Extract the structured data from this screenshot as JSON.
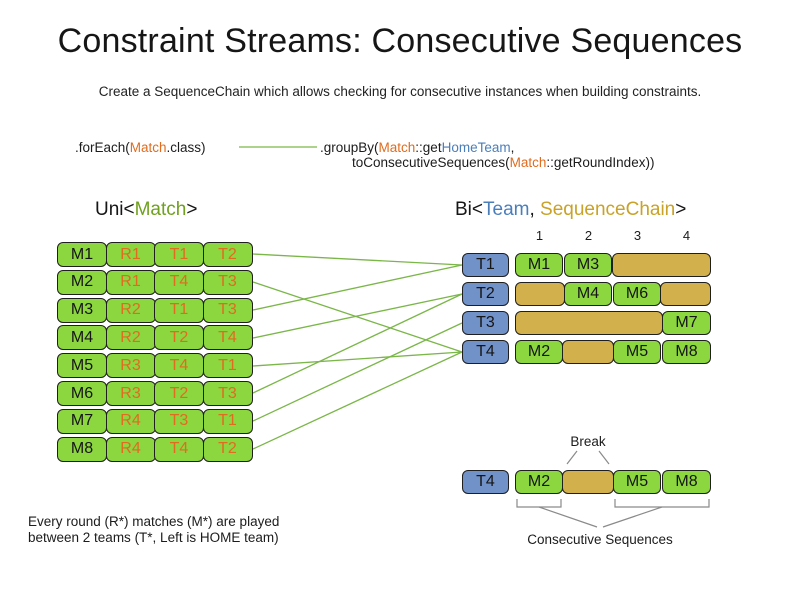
{
  "title": "Constraint Streams: Consecutive Sequences",
  "subtitle": "Create a SequenceChain which allows checking for consecutive instances when building constraints.",
  "code": {
    "foreach_prefix": ".forEach(",
    "foreach_class": "Match",
    "foreach_suffix": ".class)",
    "groupby_prefix": ".groupBy(",
    "groupby_class": "Match",
    "groupby_mid": "::get",
    "groupby_method": "HomeTeam",
    "groupby_comma": ",",
    "line2_prefix": "toConsecutiveSequences(",
    "line2_class": "Match",
    "line2_suffix": "::getRoundIndex))"
  },
  "uni_heading": {
    "prefix": "Uni<",
    "type": "Match",
    "suffix": ">"
  },
  "bi_heading": {
    "prefix": "Bi<",
    "team": "Team",
    "sep": ", ",
    "chain": "SequenceChain",
    "suffix": ">"
  },
  "left_table": {
    "rows": [
      {
        "cells": [
          "M1",
          "R1",
          "T1",
          "T2"
        ]
      },
      {
        "cells": [
          "M2",
          "R1",
          "T4",
          "T3"
        ]
      },
      {
        "cells": [
          "M3",
          "R2",
          "T1",
          "T3"
        ]
      },
      {
        "cells": [
          "M4",
          "R2",
          "T2",
          "T4"
        ]
      },
      {
        "cells": [
          "M5",
          "R3",
          "T4",
          "T1"
        ]
      },
      {
        "cells": [
          "M6",
          "R3",
          "T2",
          "T3"
        ]
      },
      {
        "cells": [
          "M7",
          "R4",
          "T3",
          "T1"
        ]
      },
      {
        "cells": [
          "M8",
          "R4",
          "T4",
          "T2"
        ]
      }
    ]
  },
  "chart": {
    "column_labels": [
      "1",
      "2",
      "3",
      "4"
    ],
    "rows": [
      {
        "team": "T1",
        "matches": [
          "M1",
          "M3"
        ]
      },
      {
        "team": "T2",
        "matches": [
          "M4",
          "M6"
        ]
      },
      {
        "team": "T3",
        "matches": [
          "M7"
        ]
      },
      {
        "team": "T4",
        "matches": [
          "M2",
          "M5",
          "M8"
        ]
      }
    ]
  },
  "bottom": {
    "break_label": "Break",
    "sequence_label": "Consecutive Sequences",
    "team": "T4",
    "matches": [
      "M2",
      "M5",
      "M8"
    ]
  },
  "note": {
    "line1": "Every round (R*) matches (M*) are played",
    "line2": "between 2 teams (T*, Left is HOME team)"
  },
  "colors": {
    "match_green": "#8CD63F",
    "team_blue": "#7191C9",
    "sequence_tan": "#D2B04C",
    "round_orange": "#E06C1F",
    "team_text_blue": "#4A7EBB",
    "chain_text_tan": "#C9A227",
    "connector_green": "#7AB648"
  }
}
